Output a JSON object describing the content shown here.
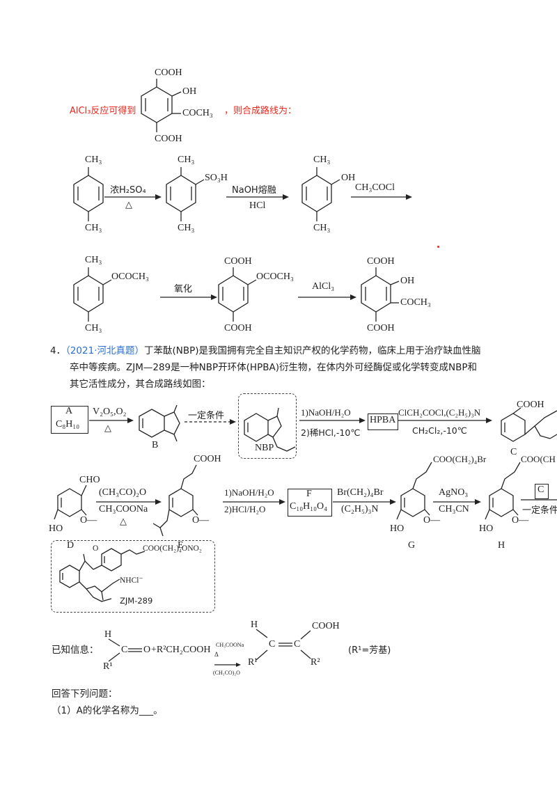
{
  "intro": {
    "prefix": "AlCl₃反应可得到",
    "suffix": "，则合成路线为：",
    "top_product": {
      "cooh_top": "COOH",
      "oh": "OH",
      "acyl": "COCH₃",
      "cooh_bottom": "COOH"
    }
  },
  "route1": {
    "s1": {
      "ch3_top": "CH₃",
      "ch3_bottom": "CH₃"
    },
    "a1": {
      "above": "浓H₂SO₄",
      "below": "△"
    },
    "s2": {
      "ch3_top": "CH₃",
      "sub": "SO₃H",
      "ch3_bottom": "CH₃"
    },
    "a2": {
      "above": "NaOH熔融",
      "below": "HCl"
    },
    "s3": {
      "ch3_top": "CH₃",
      "sub": "OH",
      "ch3_bottom": "CH₃"
    },
    "a3": {
      "above": "CH₃COCl",
      "below": ""
    }
  },
  "route2": {
    "s4": {
      "ch3_top": "CH₃",
      "sub": "OCOCH₃",
      "ch3_bottom": "CH₃"
    },
    "a4": {
      "above": "氧化",
      "below": ""
    },
    "s5": {
      "cooh_top": "COOH",
      "sub": "OCOCH₃",
      "cooh_bottom": "COOH"
    },
    "a5": {
      "above": "AlCl₃",
      "below": ""
    },
    "s6": {
      "cooh_top": "COOH",
      "oh": "OH",
      "acyl": "COCH₃",
      "cooh_bottom": "COOH"
    }
  },
  "question": {
    "number": "4．",
    "source": "（2021·河北真题）",
    "line1": "丁苯酞(NBP)是我国拥有完全自主知识产权的化学药物，临床上用于治疗缺血性脑",
    "line2": "卒中等疾病。ZJM—289是一种NBP开环体(HPBA)衍生物，在体内外可经酶促或化学转变成NBP和",
    "line3": "其它活性成分，其合成路线如图："
  },
  "scheme_row1": {
    "A_label": "A",
    "A_formula": "C₈H₁₀",
    "arrow1_above": "V₂O₅,O₂",
    "arrow1_below": "△",
    "B_label": "B",
    "arrow2_above": "一定条件",
    "NBP_label": "NBP",
    "arrow3_above": "1)NaOH/H₂O",
    "arrow3_below": "2)稀HCl,-10℃",
    "HPBA_label": "HPBA",
    "arrow4_above": "ClCH₂COCl,(C₂H₅)₃N",
    "arrow4_below": "CH₂Cl₂,-10℃",
    "C_cooh": "COOH",
    "C_label": "C"
  },
  "scheme_row2": {
    "D_cho": "CHO",
    "D_ho": "HO",
    "D_ome": "O—",
    "D_label": "D",
    "arrow5_above": "(CH₃CO)₂O",
    "arrow5_mid": "CH₃COONa",
    "arrow5_below": "△",
    "E_cooh": "COOH",
    "E_ome": "O—",
    "E_label": "E",
    "arrow6_above": "1)NaOH/H₂O",
    "arrow6_below": "2)HCl/H₂O",
    "F_label": "F",
    "F_formula": "C₁₀H₁₀O₄",
    "arrow7_above": "Br(CH₂)₄Br",
    "arrow7_below": "(C₂H₅)₃N",
    "G_ester": "COO(CH₂)₄Br",
    "G_ho": "HO",
    "G_ome": "O—",
    "G_label": "G",
    "arrow8_above": "AgNO₃",
    "arrow8_below": "CH₃CN",
    "H_ester": "COO(CH",
    "H_ho": "HO",
    "H_ome": "O—",
    "H_label": "H",
    "C_box": "C",
    "arrow9_below": "一定条件"
  },
  "zjm": {
    "ester": "COO(CH₂)₄ONO₂",
    "ome": "O",
    "amine": "NHCl⁻",
    "label": "ZJM-289"
  },
  "known": {
    "label": "已知信息：",
    "h1": "H",
    "c1": "C",
    "o": "O",
    "plus": "+R²CH₂COOH",
    "cat_top": "CH₃COONa",
    "cat_delta": "Δ",
    "cat_bottom": "(CH₃CO)₂O",
    "h2": "H",
    "r1a": "R¹",
    "r1b": "R¹",
    "c2": "C",
    "c3": "C",
    "cooh": "COOH",
    "r2": "R²",
    "note": "(R¹=芳基)"
  },
  "answer": {
    "heading": "回答下列问题：",
    "q1": "（1）A的化学名称为___。"
  }
}
